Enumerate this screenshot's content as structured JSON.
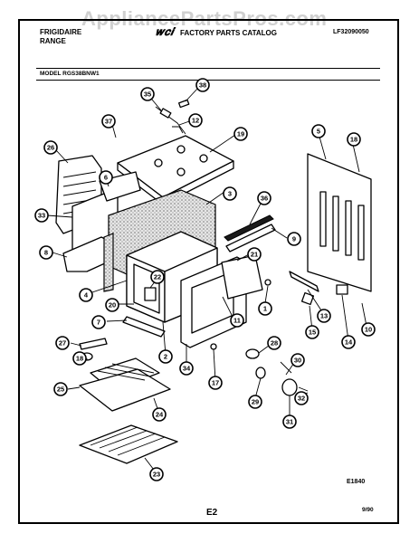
{
  "header": {
    "watermark": "AppliancePartsPros.com",
    "brand_line1": "FRIGIDAIRE",
    "brand_line2": "RANGE",
    "catalog_title": "FACTORY PARTS CATALOG",
    "catalog_number": "LF32090050",
    "model_label": "MODEL RGS38BNW1"
  },
  "footer": {
    "figure_code": "E1840",
    "page": "E2",
    "date": "9/90"
  },
  "callouts": [
    "35",
    "38",
    "12",
    "37",
    "19",
    "26",
    "6",
    "3",
    "5",
    "18",
    "33",
    "36",
    "9",
    "8",
    "21",
    "4",
    "22",
    "20",
    "1",
    "7",
    "11",
    "13",
    "10",
    "15",
    "14",
    "2",
    "34",
    "27",
    "28",
    "17",
    "18",
    "25",
    "30",
    "24",
    "29",
    "32",
    "31",
    "23"
  ]
}
